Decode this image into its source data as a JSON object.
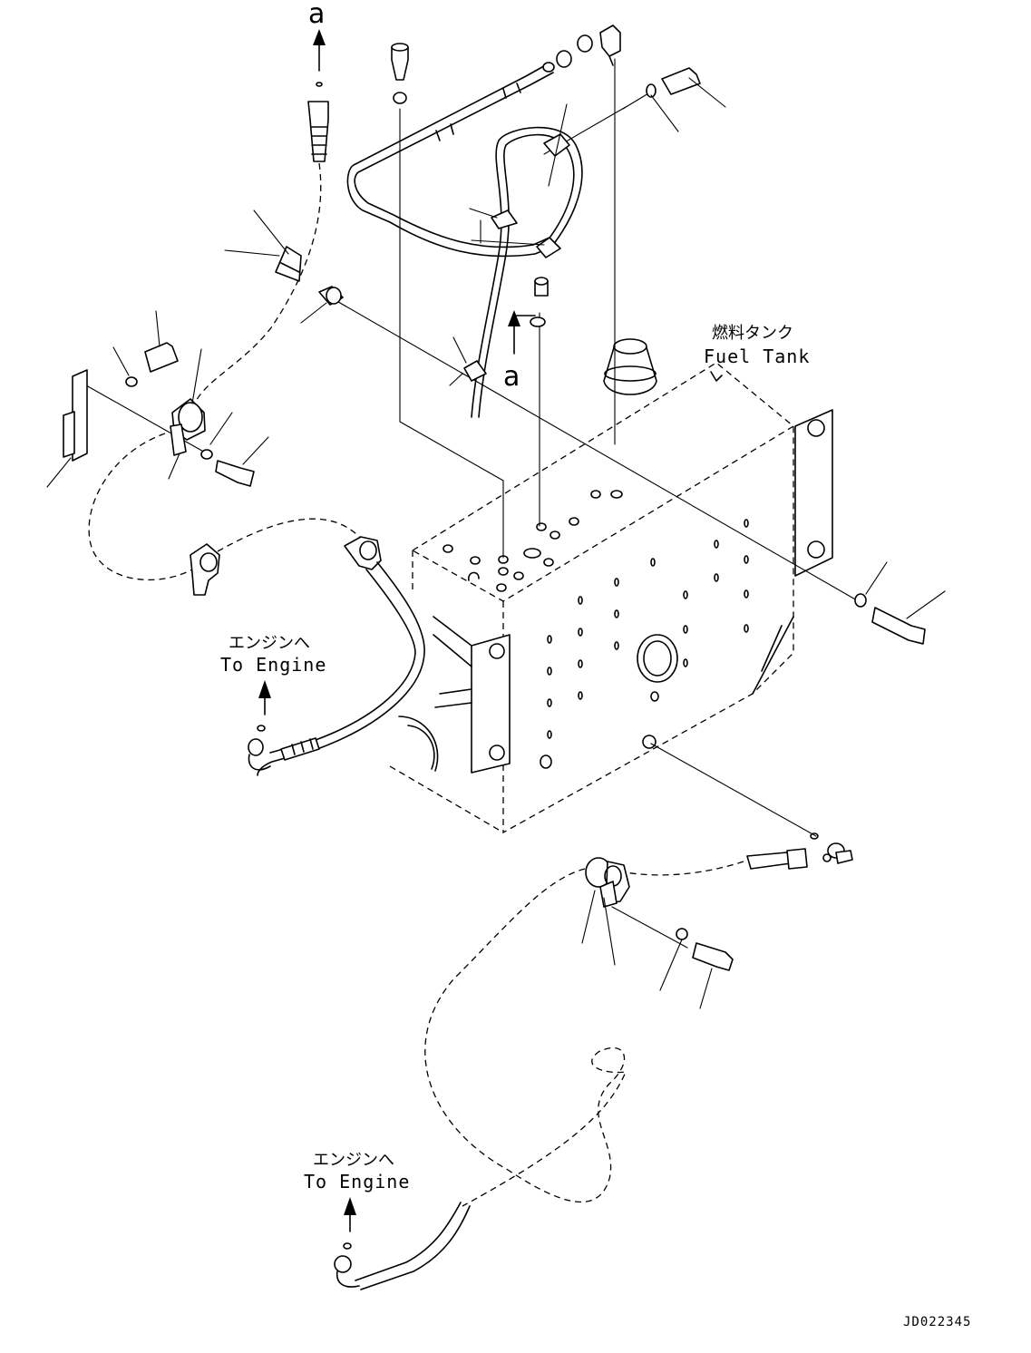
{
  "labels": {
    "ref_a_top": "a",
    "ref_a_mid": "a",
    "fuel_tank_jp": "燃料タンク",
    "fuel_tank_en": "Fuel Tank",
    "to_engine_1_jp": "エンジンへ",
    "to_engine_1_en": "To Engine",
    "to_engine_2_jp": "エンジンへ",
    "to_engine_2_en": "To Engine",
    "drawing_code": "JD022345"
  }
}
